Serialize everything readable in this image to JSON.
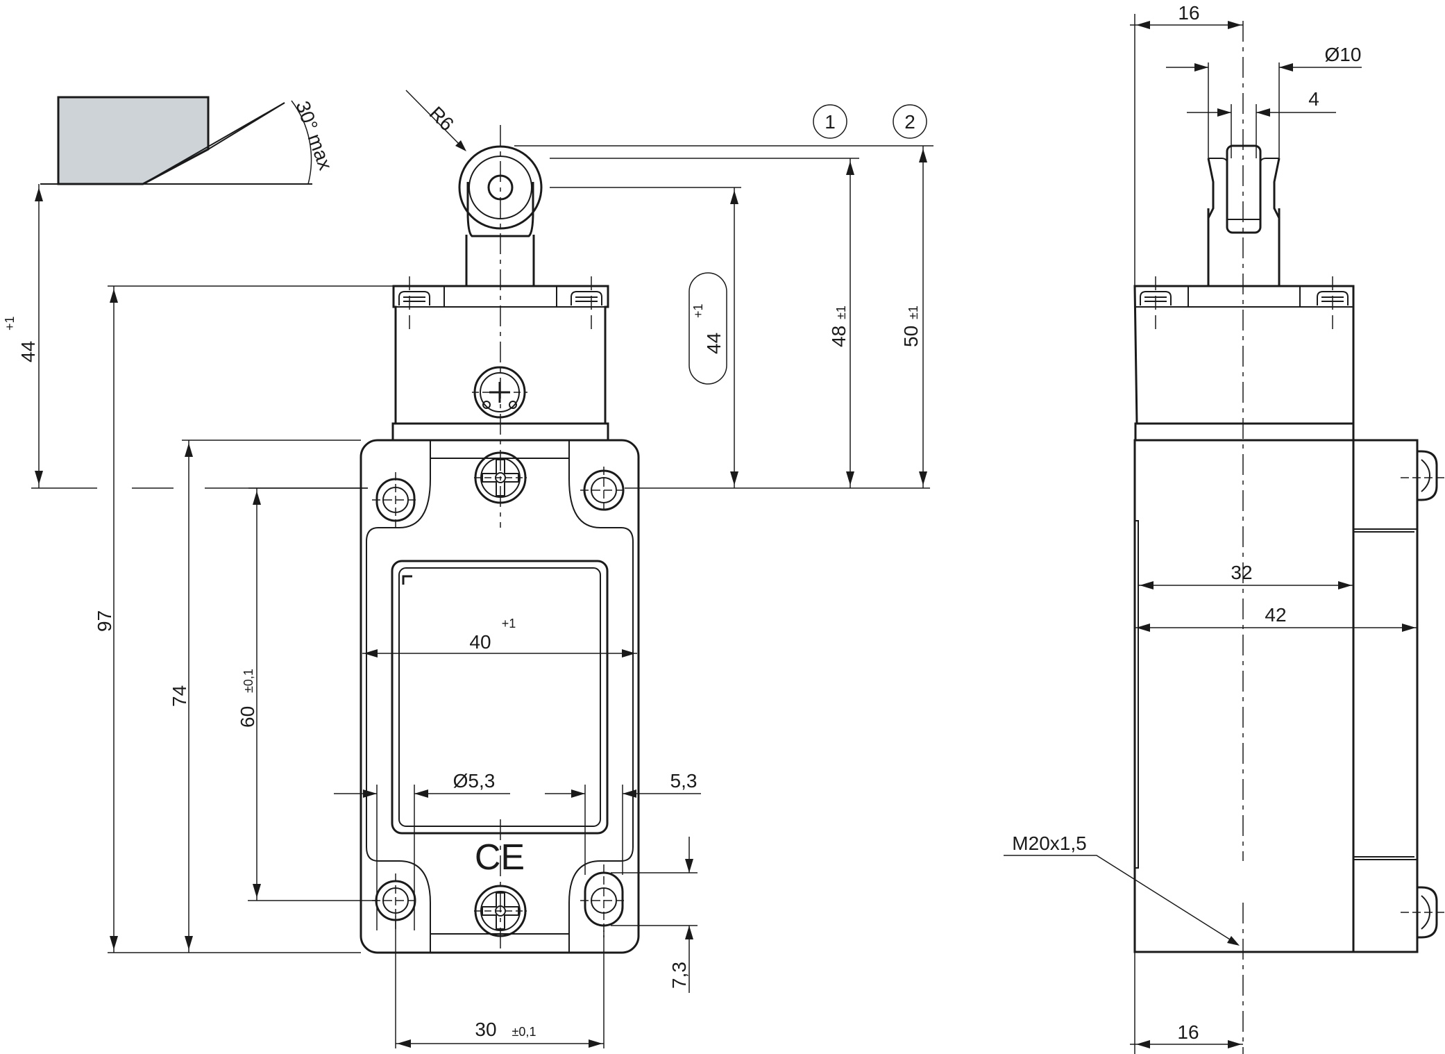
{
  "dimensions": {
    "d44_left": "44",
    "d44_left_tol": "+1",
    "d97": "97",
    "d74": "74",
    "d60": "60",
    "d60_tol": "±0,1",
    "d40": "40",
    "d40_tol": "+1",
    "d5_3_dia": "Ø5,3",
    "d5_3": "5,3",
    "d7_3": "7,3",
    "d30": "30",
    "d30_tol": "±0,1",
    "r6": "R6",
    "angle": "30° max",
    "d44_slot": "44",
    "d44_slot_tol": "+1",
    "d48": "48",
    "d48_tol": "±1",
    "d50": "50",
    "d50_tol": "±1",
    "side_16_top": "16",
    "side_dia10": "Ø10",
    "side_4": "4",
    "side_32": "32",
    "side_42": "42",
    "thread": "M20x1,5",
    "side_16_bottom": "16"
  },
  "callouts": {
    "c1": "1",
    "c2": "2"
  },
  "marks": {
    "ce": "CE"
  },
  "colors": {
    "line": "#1a1a1a",
    "cam_fill": "#cdd3d7",
    "background": "#ffffff"
  }
}
